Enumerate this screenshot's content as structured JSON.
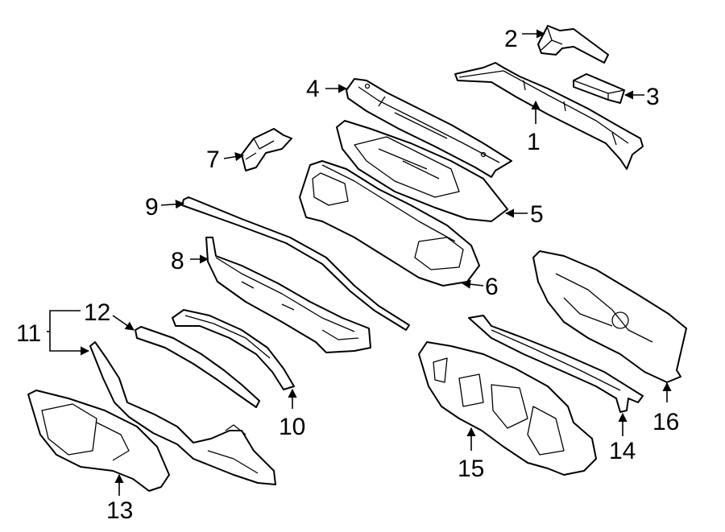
{
  "callouts": {
    "p1": "1",
    "p2": "2",
    "p3": "3",
    "p4": "4",
    "p5": "5",
    "p6": "6",
    "p7": "7",
    "p8": "8",
    "p9": "9",
    "p10": "10",
    "p11": "11",
    "p12": "12",
    "p13": "13",
    "p14": "14",
    "p15": "15",
    "p16": "16"
  },
  "colors": {
    "line": "#000000",
    "background": "#ffffff"
  }
}
